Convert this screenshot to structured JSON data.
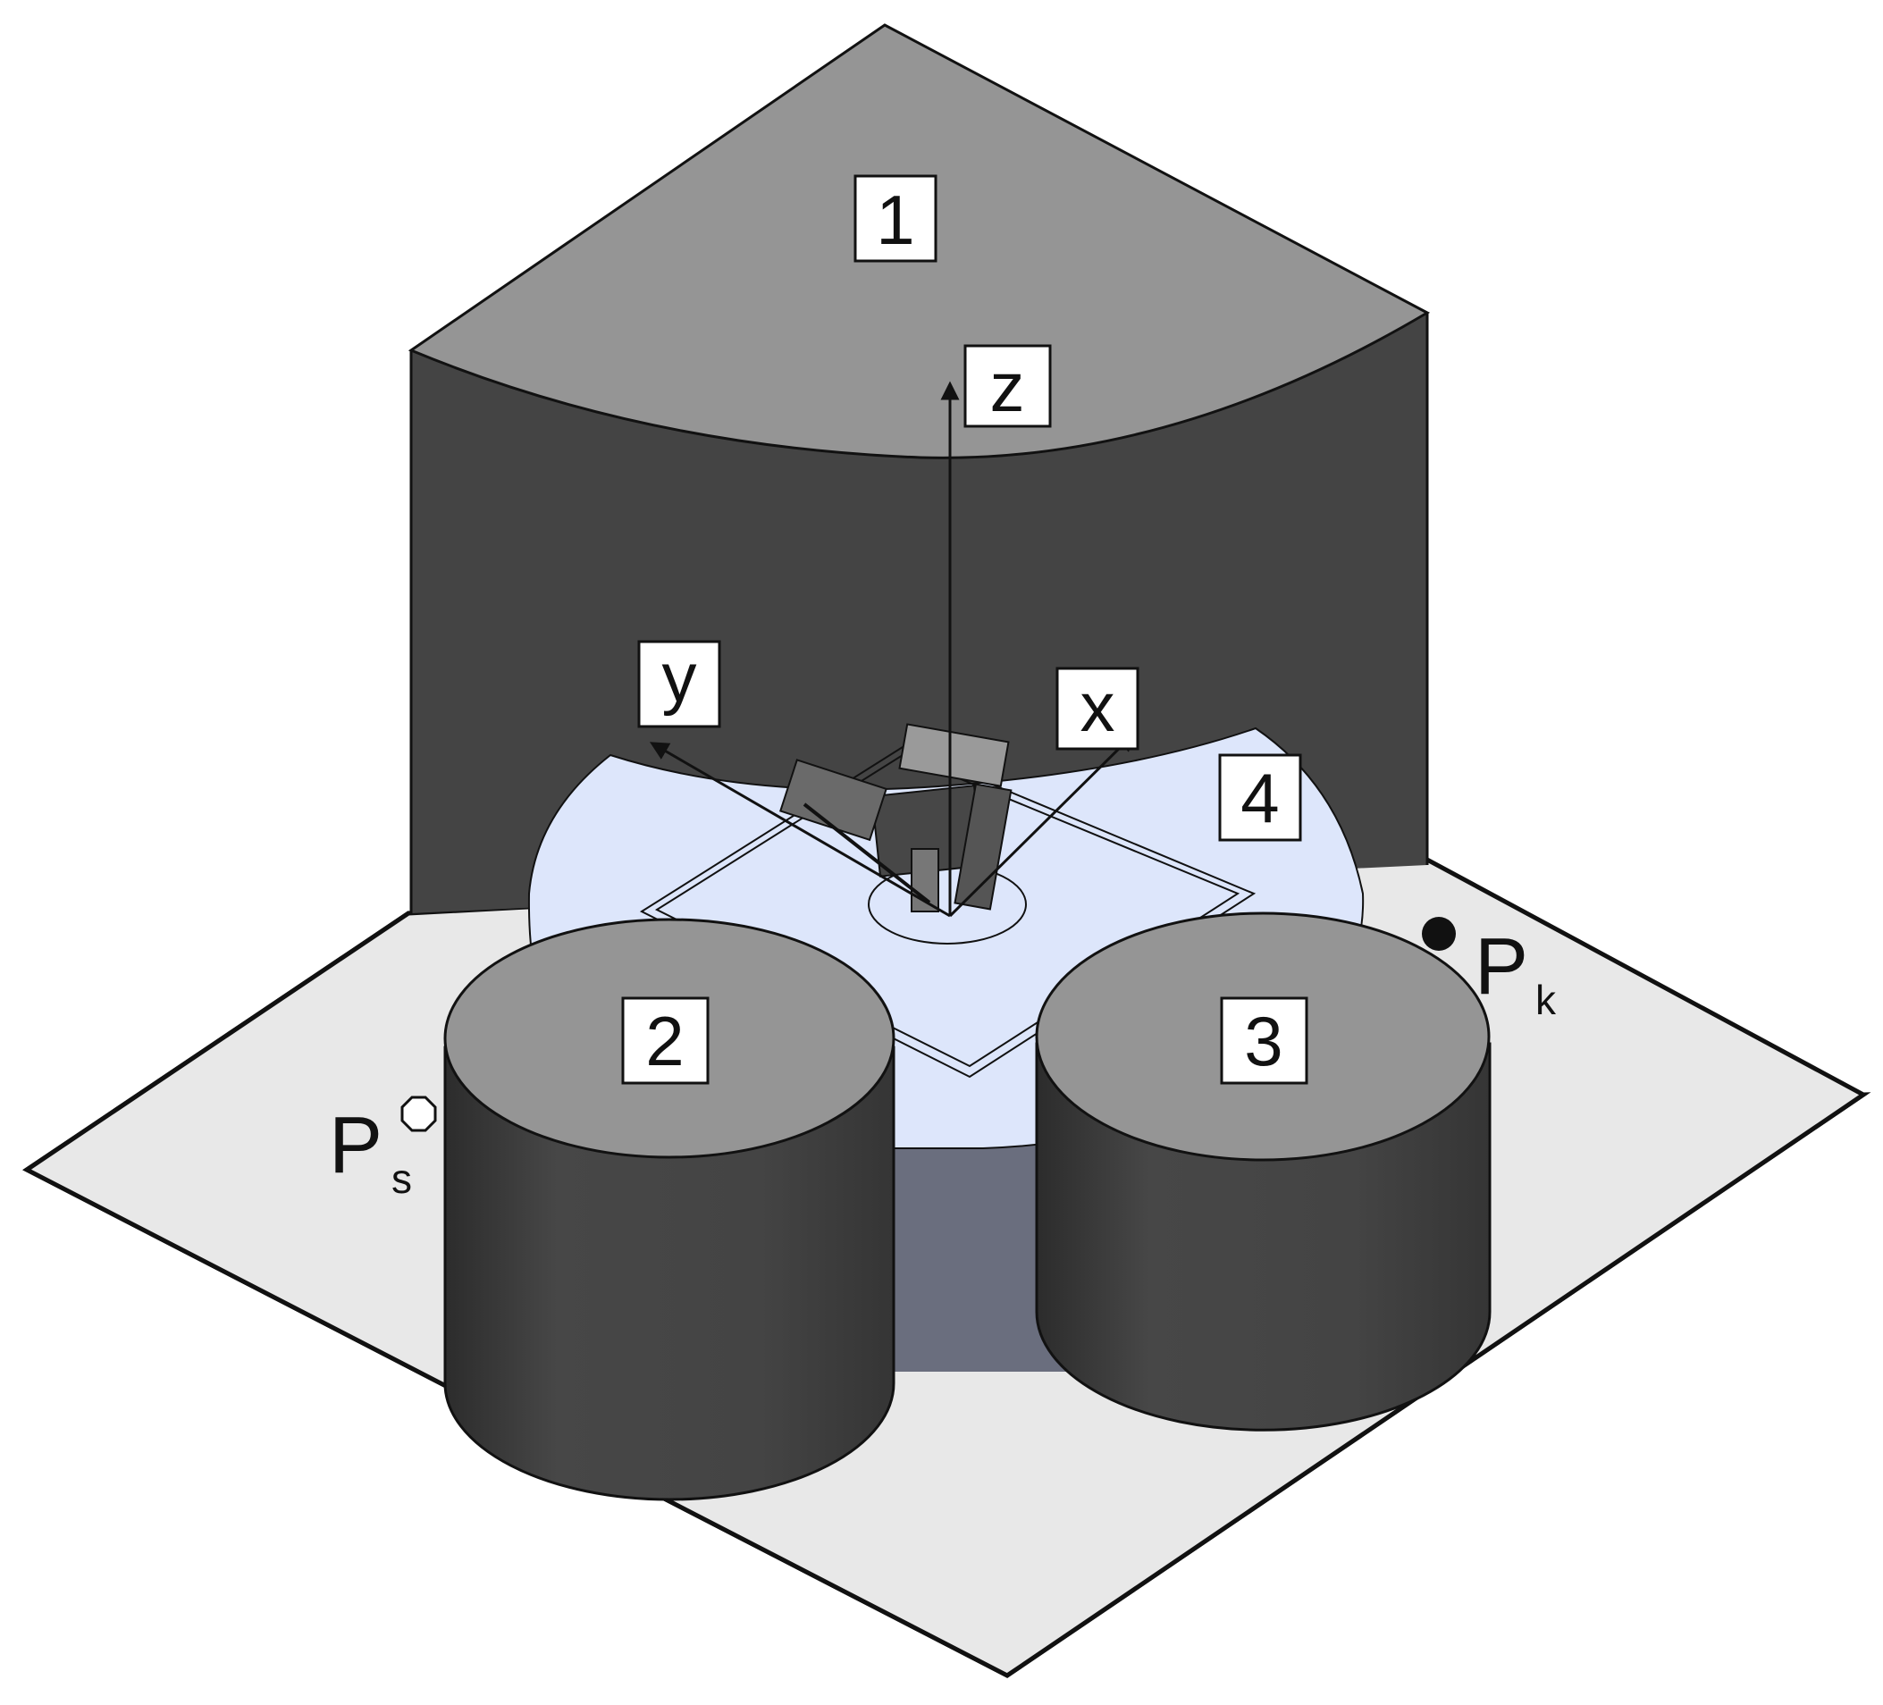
{
  "labels": {
    "obstacle_1": "1",
    "obstacle_2": "2",
    "obstacle_3": "3",
    "platform_4": "4",
    "axis_z": "z",
    "axis_y": "y",
    "axis_x": "x",
    "start_point_letter": "P",
    "start_point_sub": "s",
    "end_point_letter": "P",
    "end_point_sub": "k"
  },
  "colors": {
    "top_gray": "#959595",
    "side_dark": "#434343",
    "floor": "#e8e8e8",
    "platform": "#dde6fb",
    "pedestal": "#6a6e7e"
  }
}
